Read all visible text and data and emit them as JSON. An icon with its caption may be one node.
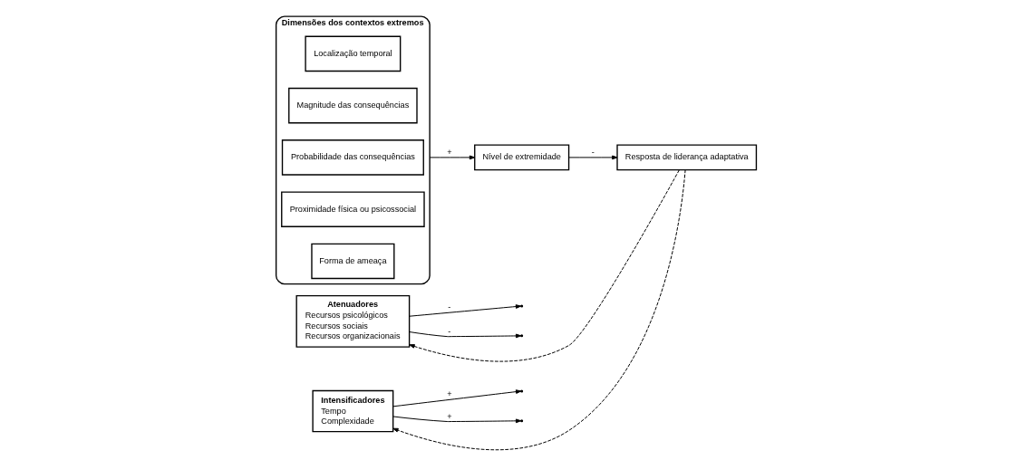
{
  "diagram": {
    "nodes": [
      {
        "text": [
          "Dimensões dos contextos extremos"
        ]
      },
      {
        "text": [
          "Localização temporal"
        ],
        "in": 0
      },
      {
        "text": [
          "Magnitude das consequências"
        ],
        "in": 0
      },
      {
        "text": [
          "Probabilidade das consequências"
        ],
        "in": 0
      },
      {
        "text": [
          "Proximidade física ou psicossocial"
        ],
        "in": 0
      },
      {
        "text": [
          "Forma de ameaça"
        ],
        "in": 0
      },
      {
        "text": [
          "Atenuadores",
          "Recursos psicológicos",
          "Recursos sociais",
          "Recursos organizacionais"
        ]
      },
      {
        "text": [
          "Intensificadores",
          "Tempo",
          "Complexidade"
        ]
      },
      {
        "text": [
          "Nível de extremidade"
        ]
      },
      {
        "text": [
          "Resposta de liderança adaptativa"
        ]
      }
    ],
    "edges": [
      {
        "from": 0,
        "to": 8,
        "arrow": "to",
        "label": "+"
      },
      {
        "from": 6,
        "to": null,
        "arrow": "to",
        "label": "-"
      },
      {
        "from": 7,
        "to": null,
        "arrow": "to",
        "label": "+"
      },
      {
        "from": 8,
        "to": 9,
        "arrow": "to",
        "label": "-"
      },
      {
        "from": 6,
        "to": null,
        "arrow": "to",
        "label": "-"
      },
      {
        "from": 7,
        "to": null,
        "arrow": "to",
        "label": "+"
      },
      {
        "from": 9,
        "to": 6,
        "arrow": "to",
        "style": "dashed"
      },
      {
        "from": 9,
        "to": 7,
        "arrow": "to",
        "style": "dashed"
      }
    ]
  }
}
